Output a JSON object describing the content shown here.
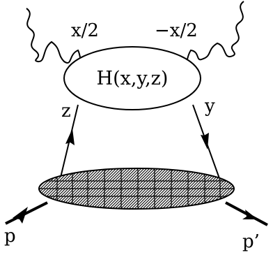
{
  "photon_left_label": "x/2",
  "photon_right_label": "−x/2",
  "hard_blob_label": "H(x,y,z)",
  "left_quark_label": "z",
  "right_quark_label": "y",
  "incoming_proton_label": "p",
  "outgoing_proton_label": "p’",
  "colors": {
    "ink": "#000000",
    "paper": "#ffffff"
  }
}
